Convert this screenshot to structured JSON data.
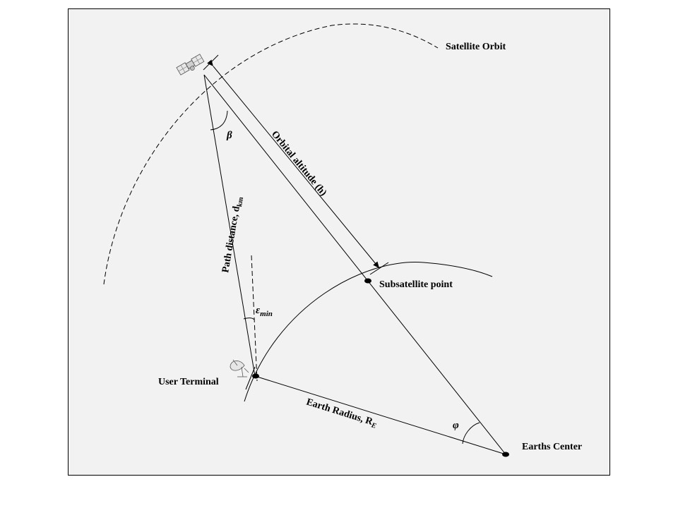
{
  "labels": {
    "satellite_orbit": "Satellite Orbit",
    "orbital_altitude": "Orbital altitude (h)",
    "subsatellite_point": "Subsatellite point",
    "user_terminal": "User Terminal",
    "earths_center": "Earths Center",
    "path_distance": "Path distance, d",
    "path_distance_sub": "km",
    "earth_radius": "Earth Radius, R",
    "earth_radius_sub": "E",
    "beta": "β",
    "epsilon": "ε",
    "epsilon_sub": "min",
    "phi": "φ"
  },
  "icons": [
    "satellite-icon",
    "dish-antenna-icon"
  ]
}
